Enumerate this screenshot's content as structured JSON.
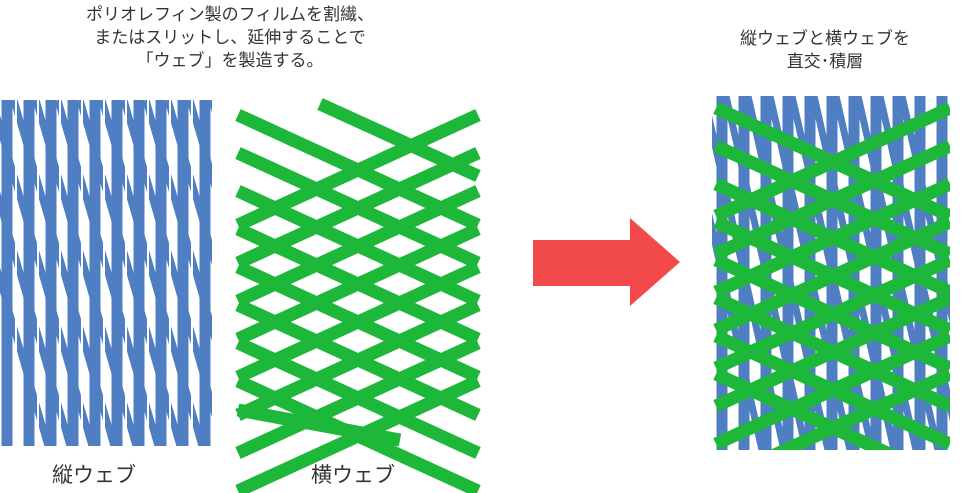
{
  "captions": {
    "left": "ポリオレフィン製のフィルムを割繊、\nまたはスリットし、延伸することで\n「ウェブ」を製造する。",
    "right": "縦ウェブと横ウェブを\n直交･積層"
  },
  "labels": {
    "warp": "縦ウェブ",
    "weft": "横ウェブ"
  },
  "colors": {
    "warp_blue": "#4f7fc2",
    "weft_green": "#1db83a",
    "arrow_red": "#f24a4a",
    "text": "#333333"
  }
}
